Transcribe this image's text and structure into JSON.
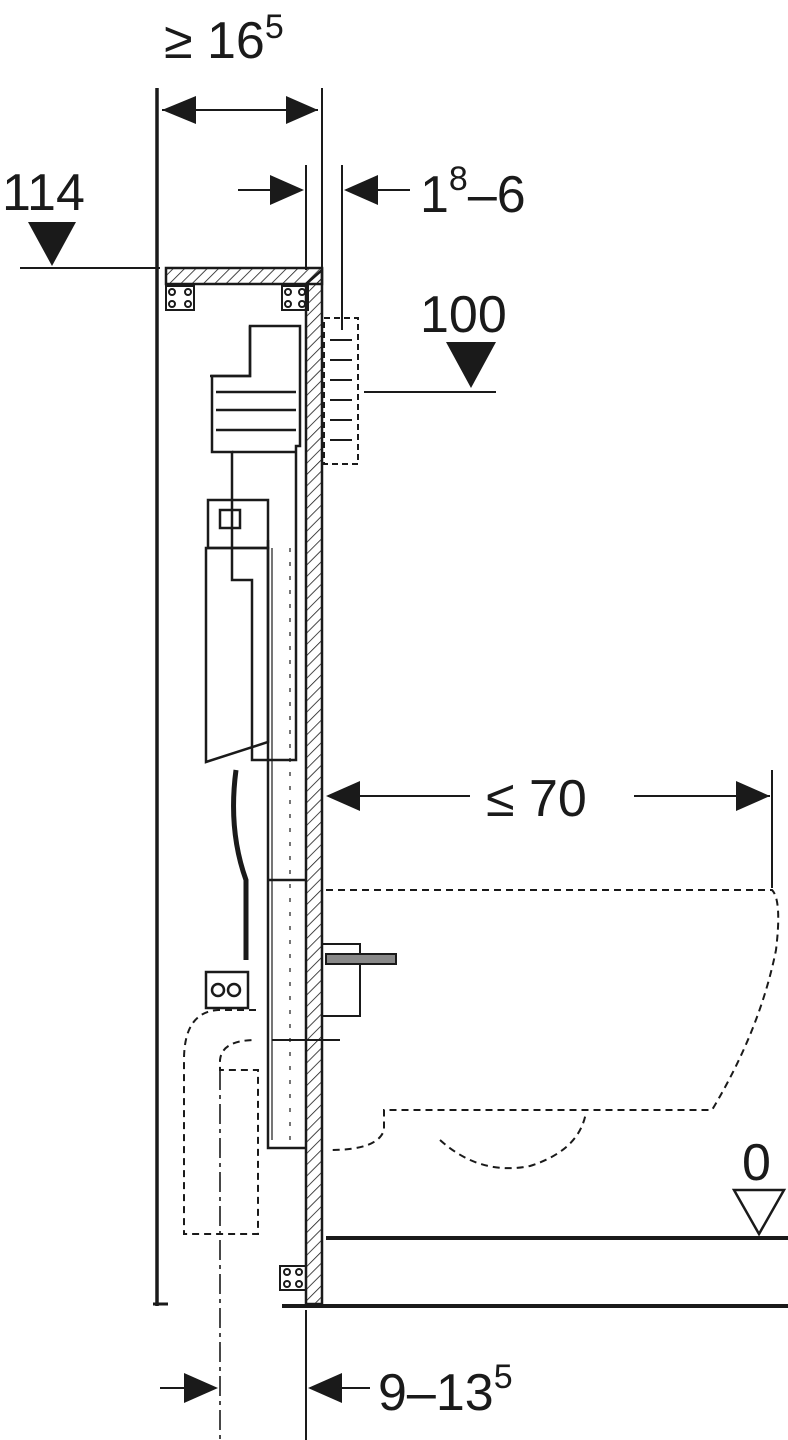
{
  "dimensions": {
    "frame_depth": {
      "prefix": "≥ 16",
      "sup": "5"
    },
    "wall_panel": {
      "main": "1",
      "sup": "8",
      "suffix": "–6"
    },
    "top_height": "114",
    "flush_plate_height": "100",
    "bowl_projection": "≤ 70",
    "floor_level": "0",
    "drain_offset": {
      "main": "9–13",
      "sup": "5"
    }
  },
  "colors": {
    "line": "#1a1a1a",
    "background": "#ffffff"
  }
}
